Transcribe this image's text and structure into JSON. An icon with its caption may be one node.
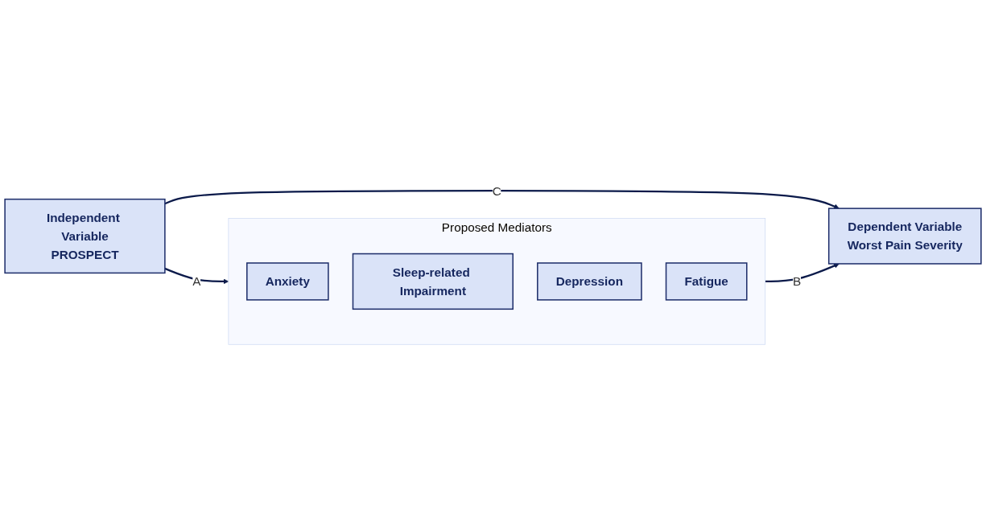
{
  "diagram": {
    "nodes": [
      {
        "text": [
          "Proposed Mediators"
        ]
      },
      {
        "text": [
          "Anxiety"
        ],
        "in": 0
      },
      {
        "text": [
          "Sleep-related Impairment"
        ],
        "in": 0
      },
      {
        "text": [
          "Depression"
        ],
        "in": 0
      },
      {
        "text": [
          "Fatigue"
        ],
        "in": 0
      },
      {
        "text": [
          "Independent Variable",
          "PROSPECT"
        ]
      },
      {
        "text": [
          "Dependent Variable",
          "Worst Pain Severity"
        ]
      }
    ],
    "edges": [
      {
        "from": 5,
        "to": 0,
        "arrow": "to",
        "label": "A"
      },
      {
        "from": 0,
        "to": 6,
        "arrow": "to",
        "label": "B"
      },
      {
        "from": 5,
        "to": 6,
        "arrow": "to",
        "label": "C"
      }
    ]
  }
}
